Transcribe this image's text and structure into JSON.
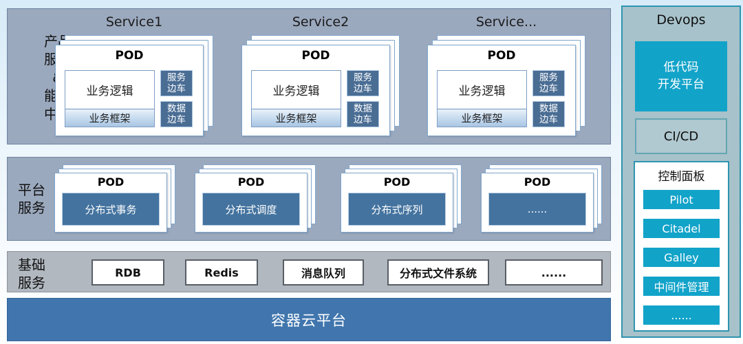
{
  "bands": {
    "product": {
      "label": "产品\n服务\n&\n能力\n中心",
      "services": [
        {
          "title": "Service1"
        },
        {
          "title": "Service2"
        },
        {
          "title": "Service..."
        }
      ],
      "pod": {
        "title": "POD",
        "logic": "业务逻辑",
        "framework": "业务框架",
        "sidecars": [
          "服务\n边车",
          "数据\n边车"
        ]
      }
    },
    "platform": {
      "label": "平台\n服务",
      "pod_title": "POD",
      "pods": [
        "分布式事务",
        "分布式调度",
        "分布式序列",
        "......"
      ]
    },
    "infra": {
      "label": "基础\n服务",
      "items": [
        "RDB",
        "Redis",
        "消息队列",
        "分布式文件系统",
        "......"
      ]
    },
    "container": {
      "label": "容器云平台"
    }
  },
  "devops": {
    "title": "Devops",
    "lowcode": "低代码\n开发平台",
    "cicd": "CI/CD",
    "control_panel": {
      "title": "控制面板",
      "items": [
        "Pilot",
        "Citadel",
        "Galley",
        "中间件管理",
        "......"
      ]
    }
  },
  "colors": {
    "band_bg": "#9ba9be",
    "infra_band_bg": "#b2b8c0",
    "container_band_bg": "#4076ad",
    "pod_inner_blue": "#44739f",
    "sidecar_blue": "#4a6d94",
    "devops_bg": "#a7c2ca",
    "devops_border": "#2d94b0",
    "accent_cyan": "#12a3c9",
    "page_bg_top": "#d7ebf8"
  }
}
